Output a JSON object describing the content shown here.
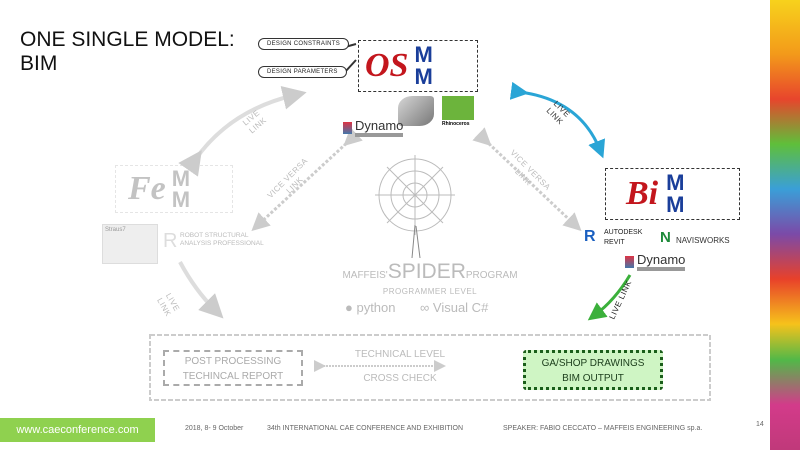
{
  "title": [
    "ONE SINGLE MODEL:",
    "BIM"
  ],
  "inputs": {
    "constraints": "DESIGN CONSTRAINTS",
    "parameters": "DESIGN PARAMETERS"
  },
  "logos": {
    "osmm": "OS",
    "bimm": "Bi",
    "femm": "Fe",
    "m": "M",
    "dynamo": "Dynamo",
    "rhino": "Rhinoceros",
    "revit": [
      "AUTODESK",
      "REVIT"
    ],
    "navisworks": "NAVISWORKS",
    "robot": [
      "ROBOT STRUCTURAL",
      "ANALYSIS PROFESSIONAL"
    ],
    "straus": "Straus7",
    "python": "python",
    "visualc": "Visual C#"
  },
  "links": {
    "live_link": [
      "LIVE",
      "LINK"
    ],
    "vice_versa": [
      "VICE VERSA",
      "LINK"
    ],
    "live_link_inline": "LIVE LINK"
  },
  "spider": {
    "prefix": "MAFFEIS'",
    "main": "SPIDER",
    "suffix": "PROGRAM",
    "level": "PROGRAMMER LEVEL"
  },
  "bottom": {
    "post": [
      "POST PROCESSING",
      "TECHINCAL REPORT"
    ],
    "tech_level": "TECHNICAL LEVEL",
    "cross_check": "CROSS CHECK",
    "output": [
      "GA/SHOP DRAWINGS",
      "BIM OUTPUT"
    ]
  },
  "footer": {
    "website": "www.caeconference.com",
    "date": "2018, 8- 9 October",
    "conference": "34th INTERNATIONAL CAE CONFERENCE AND EXHIBITION",
    "speaker": "SPEAKER: FABIO CECCATO – MAFFEIS ENGINEERING sp.a.",
    "page": "14"
  }
}
